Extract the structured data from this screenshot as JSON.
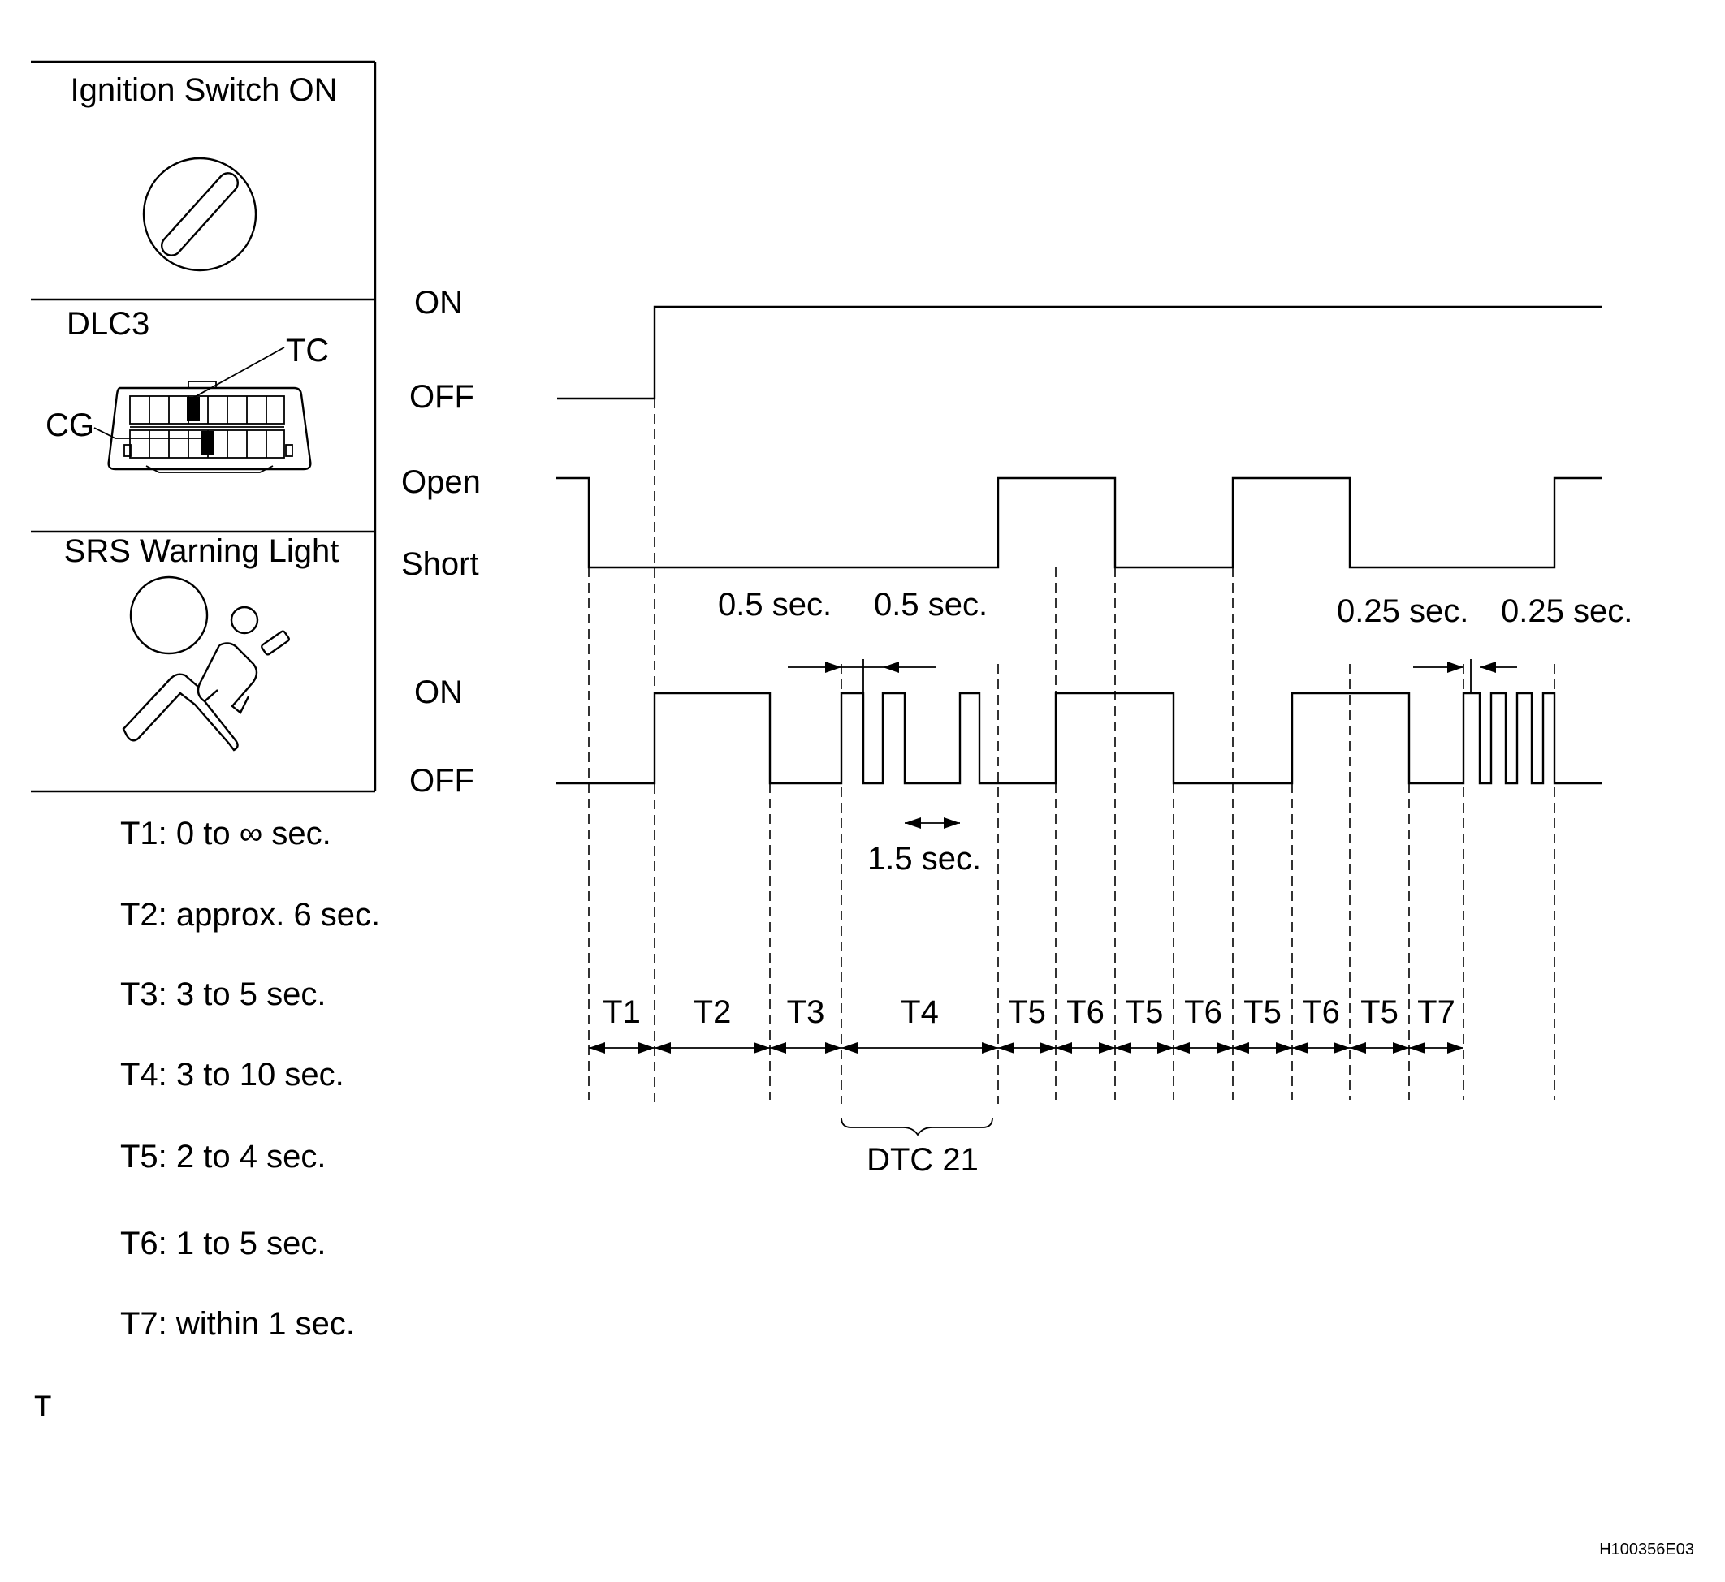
{
  "panels": {
    "ignition_title": "Ignition Switch ON",
    "dlc3_title": "DLC3",
    "tc_label": "TC",
    "cg_label": "CG",
    "srs_title": "SRS Warning Light"
  },
  "levels": {
    "ignition_on": "ON",
    "ignition_off": "OFF",
    "tc_open": "Open",
    "tc_short": "Short",
    "light_on": "ON",
    "light_off": "OFF"
  },
  "annotations": {
    "a_0_5_first": "0.5 sec.",
    "a_0_5_second": "0.5 sec.",
    "a_1_5": "1.5 sec.",
    "a_0_25_first": "0.25 sec.",
    "a_0_25_second": "0.25 sec.",
    "dtc": "DTC 21"
  },
  "intervals": [
    "T1",
    "T2",
    "T3",
    "T4",
    "T5",
    "T6",
    "T5",
    "T6",
    "T5",
    "T6",
    "T5",
    "T7"
  ],
  "legend": [
    "T1: 0 to ∞ sec.",
    "T2: approx. 6  sec.",
    "T3: 3 to 5 sec.",
    "T4: 3 to 10 sec.",
    "T5: 2 to 4 sec.",
    "T6: 1 to 5 sec.",
    "T7: within 1 sec."
  ],
  "stray_mark": "T",
  "figure_code": "H100356E03"
}
